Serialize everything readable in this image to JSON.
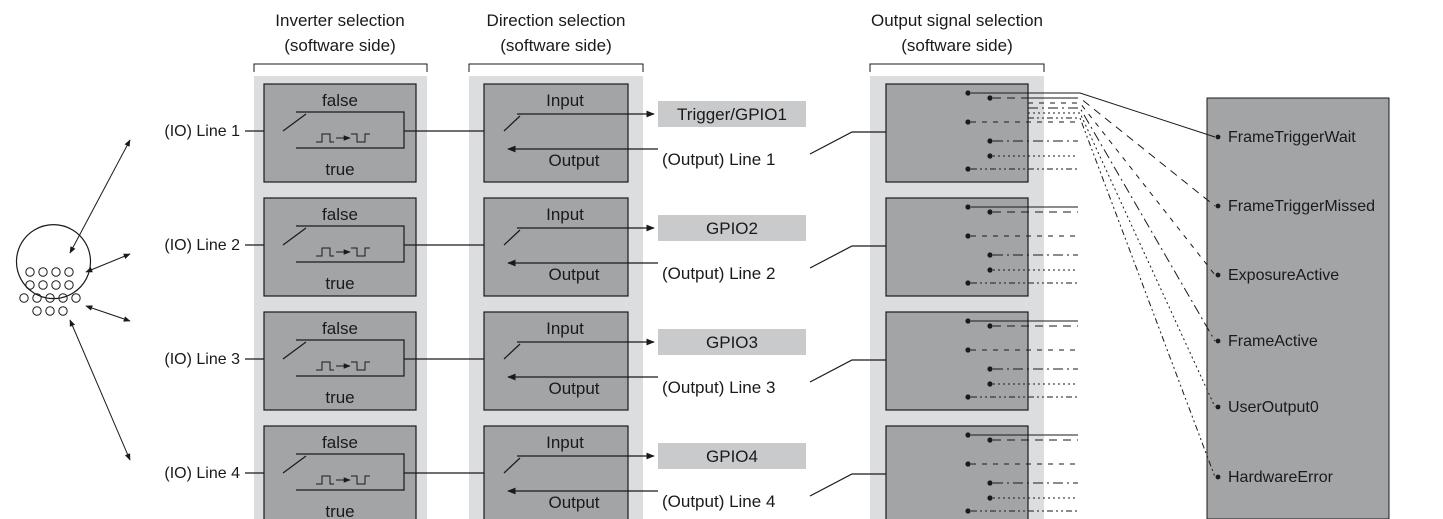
{
  "headers": {
    "inverter": [
      "Inverter selection",
      "(software side)"
    ],
    "direction": [
      "Direction selection",
      "(software side)"
    ],
    "output": [
      "Output signal selection",
      "(software side)"
    ]
  },
  "io_lines": [
    "(IO) Line 1",
    "(IO) Line 2",
    "(IO) Line 3",
    "(IO) Line 4"
  ],
  "inverter_labels": {
    "top": "false",
    "bottom": "true"
  },
  "direction_labels": {
    "top": "Input",
    "bottom": "Output"
  },
  "gpio_labels": [
    "Trigger/GPIO1",
    "GPIO2",
    "GPIO3",
    "GPIO4"
  ],
  "output_lines": [
    "(Output) Line 1",
    "(Output) Line 2",
    "(Output) Line 3",
    "(Output) Line 4"
  ],
  "signals": [
    "FrameTriggerWait",
    "FrameTriggerMissed",
    "ExposureActive",
    "FrameActive",
    "UserOutput0",
    "HardwareError"
  ],
  "colors": {
    "panel": "#dcdddf",
    "block": "#a3a4a6",
    "gpio_box": "#c9cacc",
    "signal_panel": "#a3a4a6",
    "line": "#1a1a1a"
  }
}
